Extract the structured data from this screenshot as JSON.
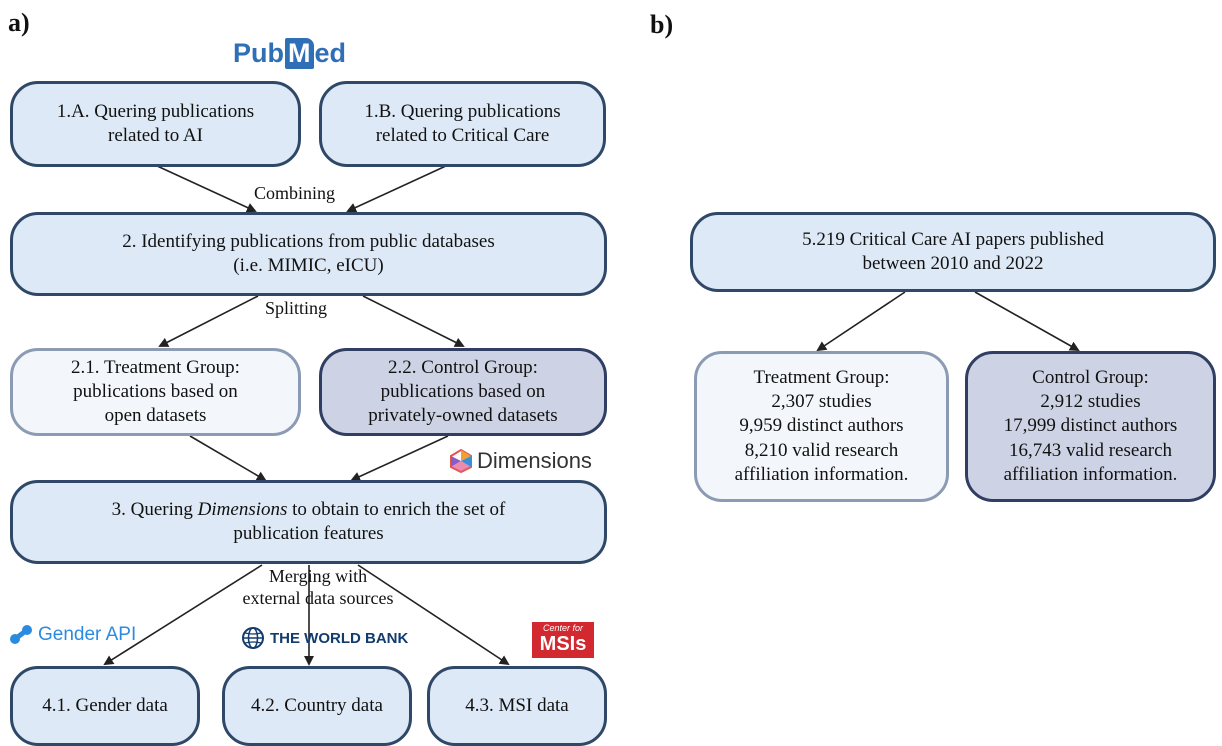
{
  "panel_a_label": "a)",
  "panel_b_label": "b)",
  "logos": {
    "pubmed_pre": "Pub",
    "pubmed_mid": "M",
    "pubmed_post": "ed",
    "dimensions": "Dimensions",
    "gender_api": "Gender API",
    "world_bank": "THE WORLD BANK",
    "msi_top": "Center for",
    "msi_main": "MSIs"
  },
  "panel_a": {
    "box_1a": {
      "line1": "1.A. Quering publications",
      "line2": "related to AI"
    },
    "box_1b": {
      "line1": "1.B. Quering publications",
      "line2": "related to Critical Care"
    },
    "combining": "Combining",
    "box_2": {
      "line1": "2. Identifying publications from public databases",
      "line2": "(i.e. MIMIC, eICU)"
    },
    "splitting": "Splitting",
    "box_21": {
      "title": "2.1. Treatment Group",
      "line1": "publications based on",
      "line2": "open datasets"
    },
    "box_22": {
      "title": "2.2. Control Group",
      "line1": "publications based on",
      "line2": "privately-owned datasets"
    },
    "box_3": {
      "pre": "3. Quering ",
      "italic": "Dimensions",
      "post": " to obtain to enrich the set of",
      "line2": "publication features"
    },
    "merging": {
      "line1": "Merging with",
      "line2": "external data sources"
    },
    "box_41": "4.1. Gender data",
    "box_42": "4.2. Country data",
    "box_43": "4.3. MSI data"
  },
  "panel_b": {
    "top": {
      "line1": "5.219 Critical Care AI papers published",
      "line2": "between 2010 and 2022"
    },
    "treatment": {
      "title": "Treatment Group:",
      "studies": "2,307 studies",
      "authors": "9,959 distinct authors",
      "affil1": "8,210 valid research",
      "affil2": "affiliation information."
    },
    "control": {
      "title": "Control Group:",
      "studies": "2,912 studies",
      "authors": "17,999 distinct authors",
      "affil1": "16,743 valid research",
      "affil2": "affiliation information."
    }
  },
  "colors": {
    "box_fill": "#dde9f6",
    "box_border": "#2f4868",
    "treatment_fill": "#f3f6fb",
    "control_fill": "#cdd3e4"
  }
}
